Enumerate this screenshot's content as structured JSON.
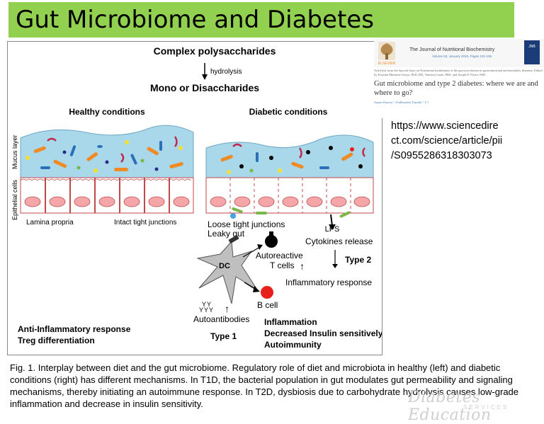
{
  "slide": {
    "title": "Gut Microbiome and Diabetes",
    "url": "https://www.sciencedire\nct.com/science/article/pii\n/S0955286318303073",
    "caption": "Fig. 1. Interplay between diet and the gut microbiome. Regulatory role of diet and microbiota in healthy (left) and diabetic conditions (right) has different mechanisms. In T1D, the bacterial population in gut modulates gut permeability and signaling mechanisms, thereby initiating an autoimmune response. In T2D, dysbiosis due to carbohydrate hydrolysis causes low-grade inflammation and decrease in insulin sensitivity.",
    "watermark": "Diabetes Education",
    "watermark_sub": "SERVICES"
  },
  "journal": {
    "publisher": "ELSEVIER",
    "name": "The Journal of Nutritional Biochemistry",
    "volume": "Volume 63, January 2019, Pages 101-108",
    "note": "Article(s) from the Special Issue on Nutritional modulation of the gut microbiome in gastrointestinal and metabolic diseases; Edited by Kristina Martinez-Guryn, PhD, RD, Vanessa Leone, PhD, and Joseph F. Pierre, PhD",
    "article_title": "Gut microbiome and type 2 diabetes: where we are and where to go?",
    "authors": "Sapna Sharma °, Prabhanshu Tripathi ° § †"
  },
  "figure": {
    "top_label": "Complex polysaccharides",
    "hydrolysis": "hydrolysis",
    "mono": "Mono or Disaccharides",
    "healthy": "Healthy conditions",
    "diabetic": "Diabetic conditions",
    "mucus_layer": "Mucus layer",
    "epithelial_cells": "Epithelial cells",
    "lamina_propria": "Lamina propria",
    "intact_tight": "Intact tight junctions",
    "loose_tight": "Loose tight junctions",
    "leaky_gut": "Leaky gut",
    "lps": "LPS",
    "cytokines": "Cytokines release",
    "type2": "Type 2",
    "inflammatory": "Inflammatory response",
    "autoreactive": "Autoreactive",
    "t_cells": "T cells",
    "dc": "DC",
    "b_cell": "B cell",
    "autoantibodies": "Autoantibodies",
    "type1": "Type 1",
    "anti_inflammatory": "Anti-Inflammatory response",
    "treg": "Treg differentiation",
    "inflammation": "Inflammation",
    "decreased_insulin": "Decreased Insulin sensitively",
    "autoimmunity": "Autoimmunity"
  },
  "colors": {
    "title_bg": "#92d050",
    "mucus": "#a8d8ea",
    "cell_nucleus": "#f4a6a8",
    "b_cell": "#e8201c",
    "t_cell": "#000000"
  }
}
